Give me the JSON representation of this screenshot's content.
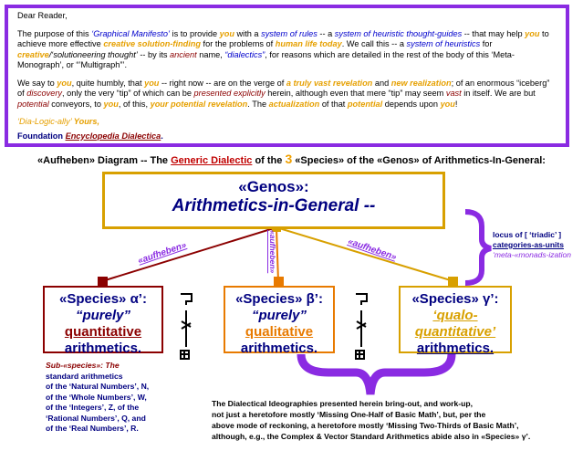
{
  "letter": {
    "greeting": "Dear Reader,",
    "p1": [
      {
        "t": "The purpose of this ",
        "c": ""
      },
      {
        "t": "‘Graphical Manifesto’",
        "c": "b"
      },
      {
        "t": " is to provide ",
        "c": ""
      },
      {
        "t": "you",
        "c": "o"
      },
      {
        "t": " with a ",
        "c": ""
      },
      {
        "t": "system of rules",
        "c": "b"
      },
      {
        "t": " -- a ",
        "c": ""
      },
      {
        "t": "system of heuristic thought-guides",
        "c": "b"
      },
      {
        "t": " -- that may help ",
        "c": ""
      },
      {
        "t": "you",
        "c": "o"
      },
      {
        "t": " to achieve more effective ",
        "c": ""
      },
      {
        "t": "creative solution-finding",
        "c": "o"
      },
      {
        "t": " for the problems of ",
        "c": ""
      },
      {
        "t": "human life today",
        "c": "o"
      },
      {
        "t": ".  We call this -- a ",
        "c": ""
      },
      {
        "t": "system of heuristics",
        "c": "b"
      },
      {
        "t": " for ",
        "c": ""
      },
      {
        "t": "creative",
        "c": "o"
      },
      {
        "t": "/‘solutioneering thought’",
        "c": "i"
      },
      {
        "t": " -- by its ",
        "c": ""
      },
      {
        "t": "ancient",
        "c": "r"
      },
      {
        "t": " name, ",
        "c": ""
      },
      {
        "t": "“dialectics”",
        "c": "b"
      },
      {
        "t": ", for reasons which are detailed in the rest of the body of this ‘Meta-Monograph’, or “’Multigraph”’.",
        "c": ""
      }
    ],
    "p2": [
      {
        "t": "We say to ",
        "c": ""
      },
      {
        "t": "you",
        "c": "o"
      },
      {
        "t": ", quite humbly, that ",
        "c": ""
      },
      {
        "t": "you",
        "c": "o"
      },
      {
        "t": " -- right now --  are on the verge of ",
        "c": ""
      },
      {
        "t": "a truly vast revelation",
        "c": "o"
      },
      {
        "t": " and ",
        "c": ""
      },
      {
        "t": "new realization",
        "c": "o"
      },
      {
        "t": "; of an enormous “iceberg” of ",
        "c": ""
      },
      {
        "t": "discovery",
        "c": "r"
      },
      {
        "t": ", only the very “tip” of which can be ",
        "c": ""
      },
      {
        "t": "presented explicitly",
        "c": "r"
      },
      {
        "t": " herein, although even that mere “tip” may seem ",
        "c": ""
      },
      {
        "t": "vast",
        "c": "r"
      },
      {
        "t": " in itself.  We are but ",
        "c": ""
      },
      {
        "t": "potential",
        "c": "r"
      },
      {
        "t": " conveyors, to ",
        "c": ""
      },
      {
        "t": "you",
        "c": "o"
      },
      {
        "t": ", of this, ",
        "c": ""
      },
      {
        "t": "your potential revelation",
        "c": "o"
      },
      {
        "t": ".  The ",
        "c": ""
      },
      {
        "t": "actualization",
        "c": "o"
      },
      {
        "t": " of that ",
        "c": ""
      },
      {
        "t": "potential",
        "c": "o"
      },
      {
        "t": " depends upon ",
        "c": ""
      },
      {
        "t": "you",
        "c": "o"
      },
      {
        "t": "!",
        "c": ""
      }
    ],
    "signoff_a": "‘Dia-Logic-ally’ ",
    "signoff_b": "Yours,",
    "foundation_a": "Foundation ",
    "foundation_b": "Encyclopedia Dialectica",
    "foundation_c": "."
  },
  "title_line": {
    "prefix": "«Aufheben» Diagram",
    "mid1": " -- The ",
    "generic": "Generic Dialectic",
    "mid2": " of the ",
    "three": "3",
    "mid3": " «Species» of the «Genos» of Arithmetics-In-General:"
  },
  "genos": {
    "label": "«Genos»:",
    "title": "Arithmetics-in-General  --"
  },
  "edges": {
    "left": "«aufheben»",
    "middle": "«aufheben»",
    "right": "«aufheben»"
  },
  "locus": {
    "line1": "locus of [ ‘triadic’ ]",
    "line2": "categories-as-units",
    "line3": "‘meta-«monads-ization"
  },
  "species": [
    {
      "head": "«Species» α’:",
      "l1": "“purely”",
      "l2": "quantitative",
      "l3": "arithmetics."
    },
    {
      "head": "«Species» β’:",
      "l1": "“purely”",
      "l2": "qualitative",
      "l3": "arithmetics."
    },
    {
      "head": "«Species» γ’:",
      "l1": "‘qualo-",
      "l2": "quantitative’",
      "l3": "arithmetics."
    }
  ],
  "subspecies": {
    "l1": "Sub-«species»:  The",
    "l2": "standard arithmetics",
    "l3": "of the ‘Natural Numbers’, N,",
    "l4": "of the ‘Whole Numbers’, W,",
    "l5": "of the ‘Integers’, Z, of the",
    "l6": "‘Rational Numbers’, Q, and",
    "l7": "of the ‘Real Numbers’, R."
  },
  "bottom_note": {
    "l1": "The Dialectical Ideographies presented herein bring-out, and work-up,",
    "l2": "not just a heretofore mostly ‘Missing One-Half of Basic Math’, but, per the",
    "l3": "above mode of reckoning, a heretofore mostly ‘Missing Two-Thirds of Basic Math’,",
    "l4": "although, e.g., the Complex & Vector Standard Arithmetics abide also in «Species» γ’."
  },
  "colors": {
    "purple": "#8a2be2",
    "gold": "#d8a000",
    "darkred": "#8b0000",
    "orange": "#e87a00",
    "navy": "#000080"
  }
}
